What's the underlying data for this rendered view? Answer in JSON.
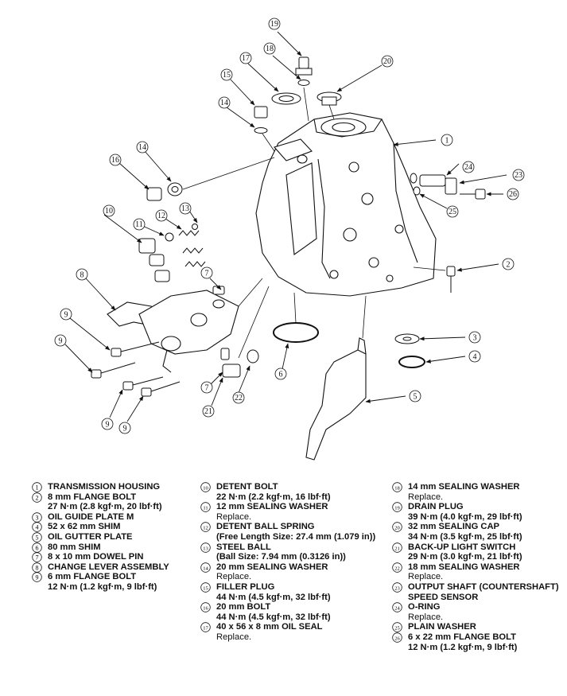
{
  "callouts": [
    "1",
    "2",
    "3",
    "4",
    "5",
    "6",
    "7",
    "8",
    "9",
    "10",
    "11",
    "12",
    "13",
    "14",
    "15",
    "16",
    "17",
    "18",
    "19",
    "20",
    "21",
    "22",
    "23",
    "24",
    "25",
    "26"
  ],
  "legend": [
    {
      "num": "1",
      "name": "TRANSMISSION HOUSING",
      "lines": []
    },
    {
      "num": "2",
      "name": "8 mm FLANGE BOLT",
      "lines": [
        {
          "text": "27 N·m (2.8 kgf·m, 20 lbf·ft)",
          "bold": true
        }
      ]
    },
    {
      "num": "3",
      "name": "OIL GUIDE PLATE M",
      "lines": []
    },
    {
      "num": "4",
      "name": "52 x 62 mm SHIM",
      "lines": []
    },
    {
      "num": "5",
      "name": "OIL GUTTER PLATE",
      "lines": []
    },
    {
      "num": "6",
      "name": "80 mm SHIM",
      "lines": []
    },
    {
      "num": "7",
      "name": "8 x 10 mm DOWEL PIN",
      "lines": []
    },
    {
      "num": "8",
      "name": "CHANGE LEVER ASSEMBLY",
      "lines": []
    },
    {
      "num": "9",
      "name": "6 mm FLANGE BOLT",
      "lines": [
        {
          "text": "12 N·m  (1.2 kgf·m, 9 lbf·ft)",
          "bold": true
        }
      ]
    },
    {
      "num": "10",
      "name": "DETENT BOLT",
      "lines": [
        {
          "text": "22 N·m (2.2 kgf·m, 16 lbf·ft)",
          "bold": true
        }
      ]
    },
    {
      "num": "11",
      "name": "12 mm SEALING WASHER",
      "lines": [
        {
          "text": "Replace.",
          "bold": false
        }
      ]
    },
    {
      "num": "12",
      "name": "DETENT BALL SPRING",
      "lines": [
        {
          "text": "(Free Length Size: 27.4 mm (1.079 in))",
          "bold": true
        }
      ]
    },
    {
      "num": "13",
      "name": "STEEL BALL",
      "lines": [
        {
          "text": "(Ball Size: 7.94 mm (0.3126 in))",
          "bold": true
        }
      ]
    },
    {
      "num": "14",
      "name": "20 mm SEALING WASHER",
      "lines": [
        {
          "text": "Replace.",
          "bold": false
        }
      ]
    },
    {
      "num": "15",
      "name": "FILLER PLUG",
      "lines": [
        {
          "text": "44 N·m (4.5 kgf·m, 32 lbf·ft)",
          "bold": true
        }
      ]
    },
    {
      "num": "16",
      "name": "20 mm BOLT",
      "lines": [
        {
          "text": "44 N·m (4.5 kgf·m, 32 lbf·ft)",
          "bold": true
        }
      ]
    },
    {
      "num": "17",
      "name": "40 x 56 x 8 mm OIL SEAL",
      "lines": [
        {
          "text": "Replace.",
          "bold": false
        }
      ]
    },
    {
      "num": "18",
      "name": "14 mm SEALING WASHER",
      "lines": [
        {
          "text": "Replace.",
          "bold": false
        }
      ]
    },
    {
      "num": "19",
      "name": "DRAIN PLUG",
      "lines": [
        {
          "text": "39 N·m (4.0 kgf·m, 29 lbf·ft)",
          "bold": true
        }
      ]
    },
    {
      "num": "20",
      "name": "32 mm SEALING CAP",
      "lines": [
        {
          "text": "34 N·m (3.5 kgf·m, 25 lbf·ft)",
          "bold": true
        }
      ]
    },
    {
      "num": "21",
      "name": "BACK-UP LIGHT SWITCH",
      "lines": [
        {
          "text": "29 N·m (3.0 kgf·m, 21 lbf·ft)",
          "bold": true
        }
      ]
    },
    {
      "num": "22",
      "name": "18 mm SEALING WASHER",
      "lines": [
        {
          "text": "Replace.",
          "bold": false
        }
      ]
    },
    {
      "num": "23",
      "name": "OUTPUT SHAFT (COUNTERSHAFT)",
      "lines": [
        {
          "text": "SPEED SENSOR",
          "bold": true
        }
      ]
    },
    {
      "num": "24",
      "name": "O-RING",
      "lines": [
        {
          "text": "Replace.",
          "bold": false
        }
      ]
    },
    {
      "num": "25",
      "name": "PLAIN WASHER",
      "lines": []
    },
    {
      "num": "26",
      "name": "6 x 22 mm FLANGE BOLT",
      "lines": [
        {
          "text": "12 N·m (1.2 kgf·m, 9 lbf·ft)",
          "bold": true
        }
      ]
    }
  ]
}
